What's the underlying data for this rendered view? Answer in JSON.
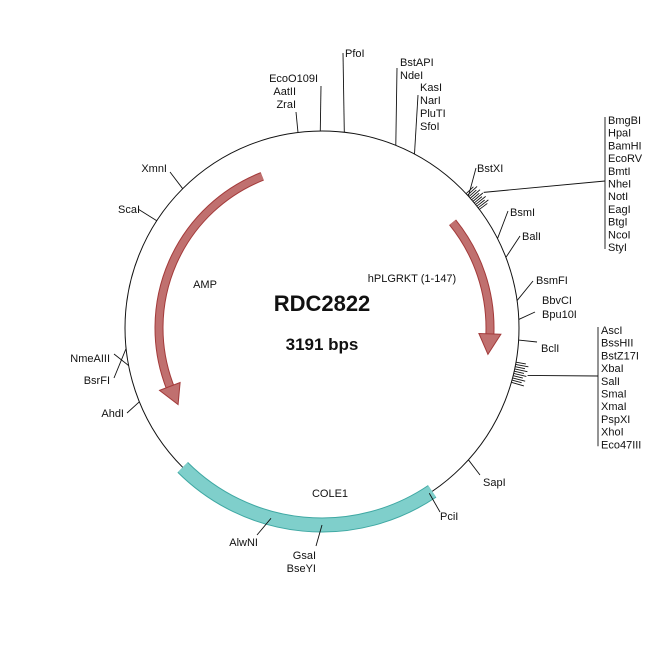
{
  "plasmid": {
    "name": "RDC2822",
    "size_label": "3191 bps"
  },
  "features": [
    {
      "name": "AMP",
      "color": "#c0706f"
    },
    {
      "name": "hPLGRKT (1-147)",
      "color": "#c0706f"
    },
    {
      "name": "COLE1",
      "color": "#7fcfcb"
    }
  ],
  "sites": [
    [
      "AatII",
      "ZraI"
    ],
    [
      "EcoO109I"
    ],
    [
      "PfoI"
    ],
    [
      "BstAPI",
      "NdeI"
    ],
    [
      "KasI",
      "NarI",
      "PluTI",
      "SfoI"
    ],
    [
      "BstXI"
    ],
    [
      "BsmI"
    ],
    [
      "BalI"
    ],
    [
      "BsmFI"
    ],
    [
      "BbvCI",
      "Bpu10I"
    ],
    [
      "BclI"
    ],
    [
      "SapI"
    ],
    [
      "PciI"
    ],
    [
      "GsaI",
      "BseYI"
    ],
    [
      "AlwNI"
    ],
    [
      "AhdI"
    ],
    [
      "NmeAIII"
    ],
    [
      "BsrFI"
    ],
    [
      "ScaI"
    ],
    [
      "XmnI"
    ]
  ],
  "mcs1": [
    "BmgBI",
    "HpaI",
    "BamHI",
    "EcoRV",
    "BmtI",
    "NheI",
    "NotI",
    "EagI",
    "BtgI",
    "NcoI",
    "StyI"
  ],
  "mcs2": [
    "AscI",
    "BssHII",
    "BstZ17I",
    "XbaI",
    "SalI",
    "SmaI",
    "XmaI",
    "PspXI",
    "XhoI",
    "Eco47III"
  ]
}
